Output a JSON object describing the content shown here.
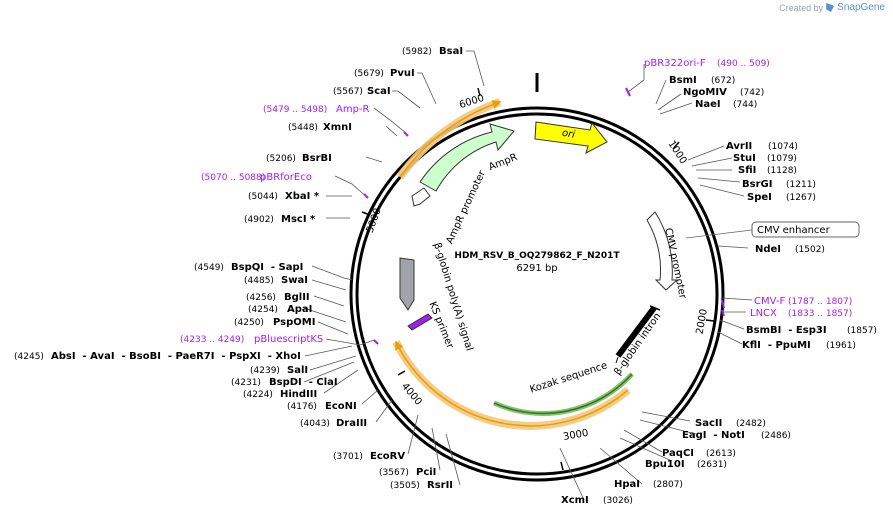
{
  "credit": {
    "prefix": "Created by",
    "brand": "SnapGene"
  },
  "plasmid": {
    "name": "HDM_RSV_B_OQ279862_F_N201T",
    "length_text": "6291 bp",
    "length": 6291
  },
  "ticks": [
    {
      "label": "1000",
      "pos": 1000
    },
    {
      "label": "2000",
      "pos": 2000
    },
    {
      "label": "3000",
      "pos": 3000
    },
    {
      "label": "4000",
      "pos": 4000
    },
    {
      "label": "5000",
      "pos": 5000
    },
    {
      "label": "6000",
      "pos": 6000
    }
  ],
  "features": [
    {
      "name": "ori",
      "kind": "arrow",
      "color": "#ffff00"
    },
    {
      "name": "AmpR",
      "kind": "arrow",
      "color": "#ccffcc"
    },
    {
      "name": "AmpR promoter",
      "kind": "arrow",
      "color": "#ffffff"
    },
    {
      "name": "CMV enhancer",
      "kind": "boxed-label",
      "color": "#ffffff"
    },
    {
      "name": "CMV promoter",
      "kind": "arrow",
      "color": "#ffffff"
    },
    {
      "name": "β-globin intron",
      "kind": "arrow",
      "color": "#000000"
    },
    {
      "name": "Kozak sequence",
      "kind": "label",
      "color": "#000000"
    },
    {
      "name": "β-globin poly(A) signal",
      "kind": "arrow",
      "color": "#a0a4a8"
    },
    {
      "name": "KS primer",
      "kind": "arrow",
      "color": "#a020f0"
    }
  ],
  "left_sites": [
    {
      "pos": "(5982)",
      "name": "BsaI"
    },
    {
      "pos": "(5679)",
      "name": "PvuI"
    },
    {
      "pos": "(5567)",
      "name": "ScaI"
    },
    {
      "pos": "(5479 .. 5498)",
      "name": "Amp-R",
      "primer": true
    },
    {
      "pos": "(5448)",
      "name": "XmnI"
    },
    {
      "pos": "(5206)",
      "name": "BsrBI"
    },
    {
      "pos": "(5070 .. 5088)",
      "name": "pBRforEco",
      "primer": true
    },
    {
      "pos": "(5044)",
      "name": "XbaI *"
    },
    {
      "pos": "(4902)",
      "name": "MscI *"
    }
  ],
  "left_cluster": [
    {
      "pos": "(4549)",
      "text": "BspQI  - SapI"
    },
    {
      "pos": "(4485)",
      "text": "SwaI"
    },
    {
      "pos": "(4256)",
      "text": "BglII"
    },
    {
      "pos": "(4254)",
      "text": "ApaI"
    },
    {
      "pos": "(4250)",
      "text": "PspOMI"
    },
    {
      "pos": "(4233 .. 4249)",
      "text": "pBluescriptKS",
      "primer": true
    },
    {
      "pos": "(4245)",
      "text": "AbsI  - AvaI  - BsoBI  - PaeR7I  - PspXI  - XhoI"
    },
    {
      "pos": "(4239)",
      "text": "SalI"
    },
    {
      "pos": "(4231)",
      "text": "BspDI  - ClaI"
    },
    {
      "pos": "(4224)",
      "text": "HindIII"
    },
    {
      "pos": "(4176)",
      "text": "EcoNI"
    },
    {
      "pos": "(4043)",
      "text": "DraIII"
    }
  ],
  "bottom_sites": [
    {
      "pos": "(3701)",
      "name": "EcoRV"
    },
    {
      "pos": "(3567)",
      "name": "PciI"
    },
    {
      "pos": "(3505)",
      "name": "RsrII"
    },
    {
      "pos": "(3026)",
      "name": "XcmI"
    },
    {
      "pos": "(2807)",
      "name": "HpaI"
    },
    {
      "pos": "(2631)",
      "name": "Bpu10I"
    },
    {
      "pos": "(2613)",
      "name": "PaqCI"
    },
    {
      "pos": "(2486)",
      "name": "EagI  - NotI"
    },
    {
      "pos": "(2482)",
      "name": "SacII"
    }
  ],
  "right_sites": [
    {
      "pos": "(490 .. 509)",
      "name": "pBR322ori-F",
      "primer": true
    },
    {
      "pos": "(672)",
      "name": "BsmI"
    },
    {
      "pos": "(742)",
      "name": "NgoMIV"
    },
    {
      "pos": "(744)",
      "name": "NaeI"
    },
    {
      "pos": "(1074)",
      "name": "AvrII"
    },
    {
      "pos": "(1079)",
      "name": "StuI"
    },
    {
      "pos": "(1128)",
      "name": "SfiI"
    },
    {
      "pos": "(1211)",
      "name": "BsrGI"
    },
    {
      "pos": "(1267)",
      "name": "SpeI"
    },
    {
      "pos": "(1502)",
      "name": "NdeI"
    },
    {
      "pos": "(1787 .. 1807)",
      "name": "CMV-F",
      "primer": true
    },
    {
      "pos": "(1833 .. 1857)",
      "name": "LNCX",
      "primer": true
    },
    {
      "pos": "(1857)",
      "name": "BsmBI  - Esp3I"
    },
    {
      "pos": "(1961)",
      "name": "KflI  - PpuMI"
    }
  ],
  "colors": {
    "primer": "#a020f0",
    "backbone": "#000000",
    "orf_highlight": "#f5c77e"
  }
}
